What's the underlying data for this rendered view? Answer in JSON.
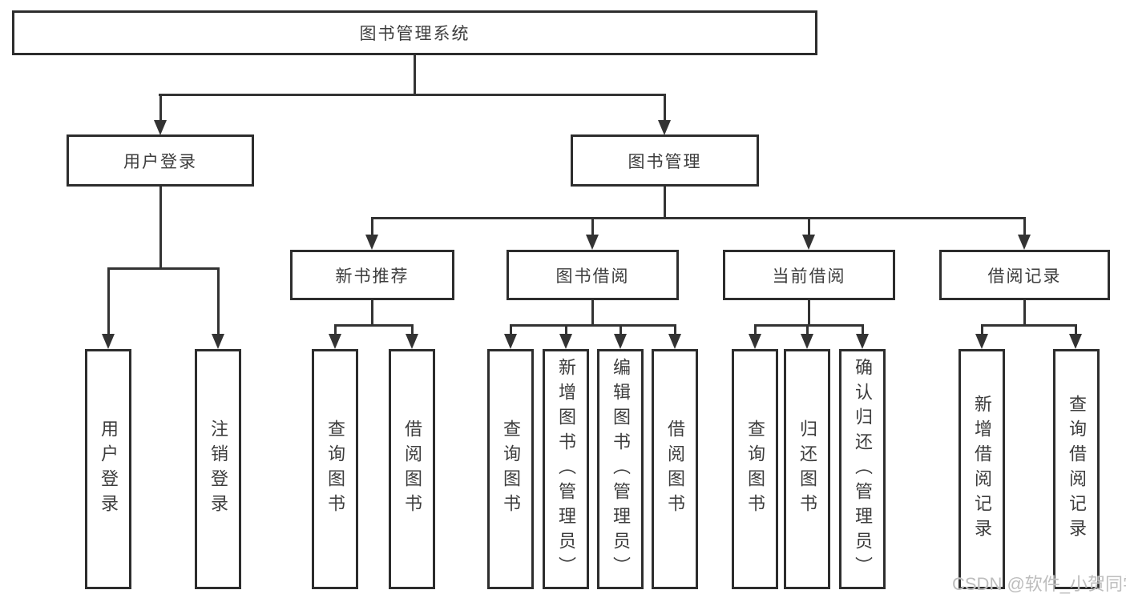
{
  "diagram": {
    "title": "图书管理系统",
    "level2": [
      {
        "label": "用户登录"
      },
      {
        "label": "图书管理"
      }
    ],
    "level3": [
      {
        "label": "新书推荐"
      },
      {
        "label": "图书借阅"
      },
      {
        "label": "当前借阅"
      },
      {
        "label": "借阅记录"
      }
    ],
    "leaves": [
      {
        "label": "用户登录"
      },
      {
        "label": "注销登录"
      },
      {
        "label": "查询图书"
      },
      {
        "label": "借阅图书"
      },
      {
        "label": "查询图书"
      },
      {
        "label": "新增图书（管理员）"
      },
      {
        "label": "编辑图书（管理员）"
      },
      {
        "label": "借阅图书"
      },
      {
        "label": "查询图书"
      },
      {
        "label": "归还图书"
      },
      {
        "label": "确认归还（管理员）"
      },
      {
        "label": "新增借阅记录"
      },
      {
        "label": "查询借阅记录"
      }
    ]
  },
  "watermark": {
    "text": "CSDN @软件_小贺同学"
  },
  "colors": {
    "line": "#333333",
    "border": "#2d2d2d",
    "text": "#3d3d3d",
    "watermark": "#b9b9b9",
    "background": "#ffffff"
  }
}
